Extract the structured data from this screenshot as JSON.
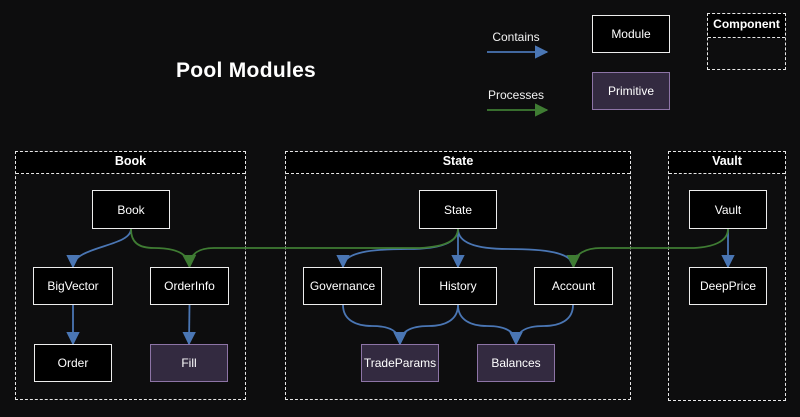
{
  "title": "Pool Modules",
  "legend": {
    "contains_label": "Contains",
    "processes_label": "Processes",
    "module_label": "Module",
    "primitive_label": "Primitive",
    "component_label": "Component"
  },
  "colors": {
    "background": "#0d0d0e",
    "contains_edge": "#4a76b4",
    "processes_edge": "#3f7c33",
    "module_fill": "#000000",
    "module_border": "#ededed",
    "primitive_fill": "#332a40",
    "primitive_border": "#8d74a6",
    "component_dash": "#e8e8e8",
    "text": "#ffffff"
  },
  "groups": {
    "book": "Book",
    "state": "State",
    "vault": "Vault"
  },
  "nodes": {
    "book": "Book",
    "bigvector": "BigVector",
    "orderinfo": "OrderInfo",
    "order": "Order",
    "fill": "Fill",
    "state": "State",
    "governance": "Governance",
    "history": "History",
    "account": "Account",
    "tradeparams": "TradeParams",
    "balances": "Balances",
    "vault": "Vault",
    "deepprice": "DeepPrice"
  },
  "diagram": {
    "edges": [
      {
        "from": "Book",
        "to": "BigVector",
        "type": "Contains"
      },
      {
        "from": "BigVector",
        "to": "Order",
        "type": "Contains"
      },
      {
        "from": "OrderInfo",
        "to": "Fill",
        "type": "Contains"
      },
      {
        "from": "State",
        "to": "Governance",
        "type": "Contains"
      },
      {
        "from": "State",
        "to": "History",
        "type": "Contains"
      },
      {
        "from": "State",
        "to": "Account",
        "type": "Contains"
      },
      {
        "from": "Governance",
        "to": "TradeParams",
        "type": "Contains"
      },
      {
        "from": "History",
        "to": "TradeParams",
        "type": "Contains"
      },
      {
        "from": "History",
        "to": "Balances",
        "type": "Contains"
      },
      {
        "from": "Account",
        "to": "Balances",
        "type": "Contains"
      },
      {
        "from": "Vault",
        "to": "DeepPrice",
        "type": "Contains"
      },
      {
        "from": "Book",
        "to": "OrderInfo",
        "type": "Processes"
      },
      {
        "from": "State",
        "to": "OrderInfo",
        "type": "Processes"
      },
      {
        "from": "Vault",
        "to": "Account",
        "type": "Processes"
      }
    ]
  }
}
